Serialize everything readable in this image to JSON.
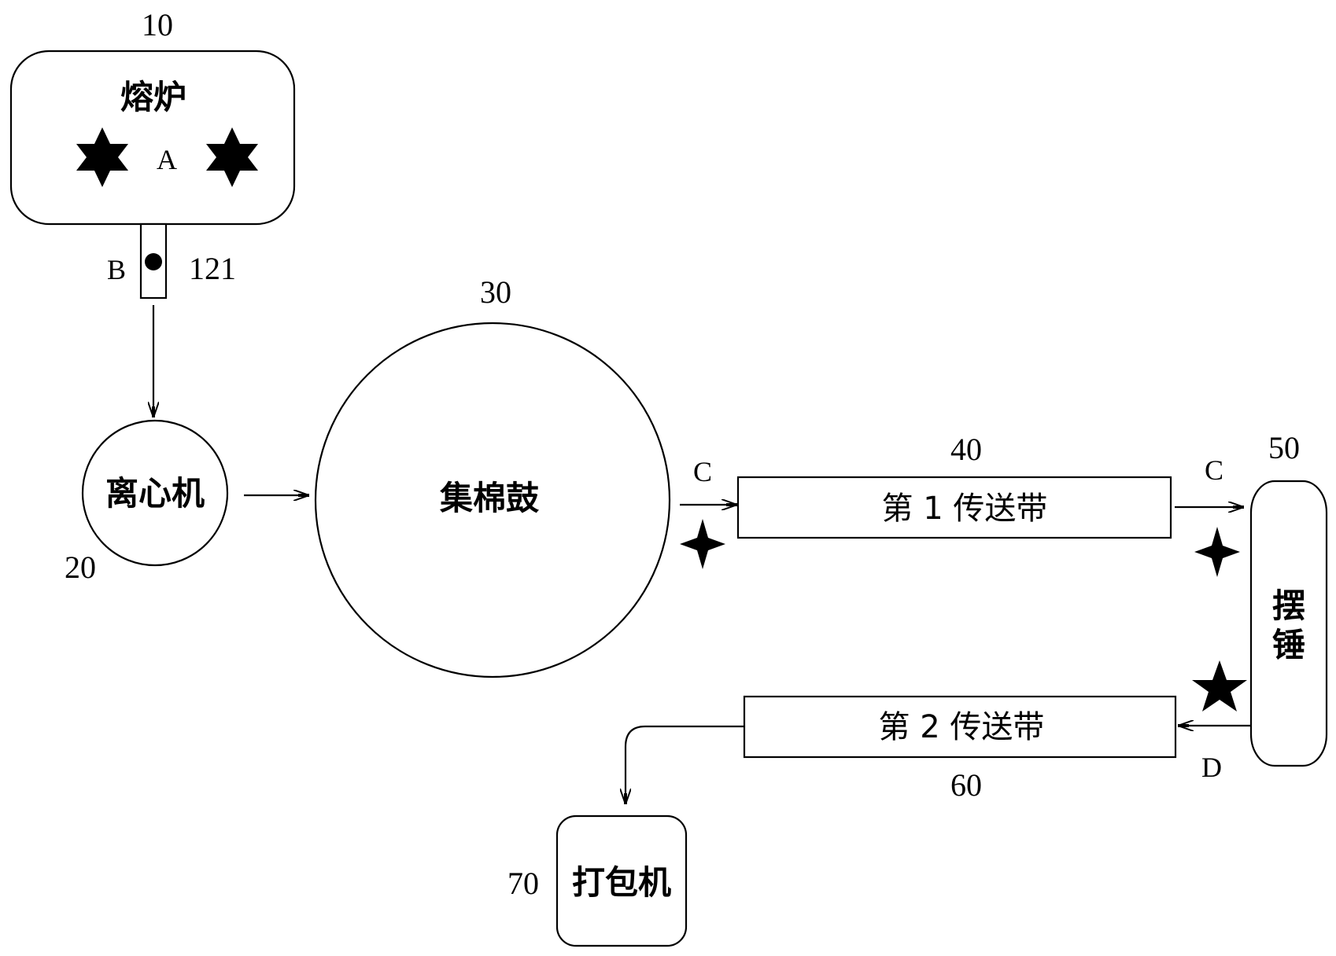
{
  "melting_furnace": {
    "number": "10",
    "label": "熔炉",
    "heat_marker": "A"
  },
  "outlet": {
    "marker": "B",
    "number": "121"
  },
  "centrifuge": {
    "number": "20",
    "label": "离心机"
  },
  "collecting_drum": {
    "number": "30",
    "label": "集棉鼓"
  },
  "conveyor_1": {
    "number": "40",
    "label": "第 1 传送带"
  },
  "pendulum": {
    "number": "50",
    "label_line1": "摆",
    "label_line2": "锤"
  },
  "conveyor_2": {
    "number": "60",
    "label": "第 2 传送带"
  },
  "baler": {
    "number": "70",
    "label": "打包机"
  },
  "flow_markers": {
    "c_first": "C",
    "c_second": "C",
    "d": "D"
  },
  "icons": [
    "six-point-star-icon",
    "four-point-star-icon",
    "five-point-star-icon",
    "dot-icon",
    "arrow-icon"
  ]
}
